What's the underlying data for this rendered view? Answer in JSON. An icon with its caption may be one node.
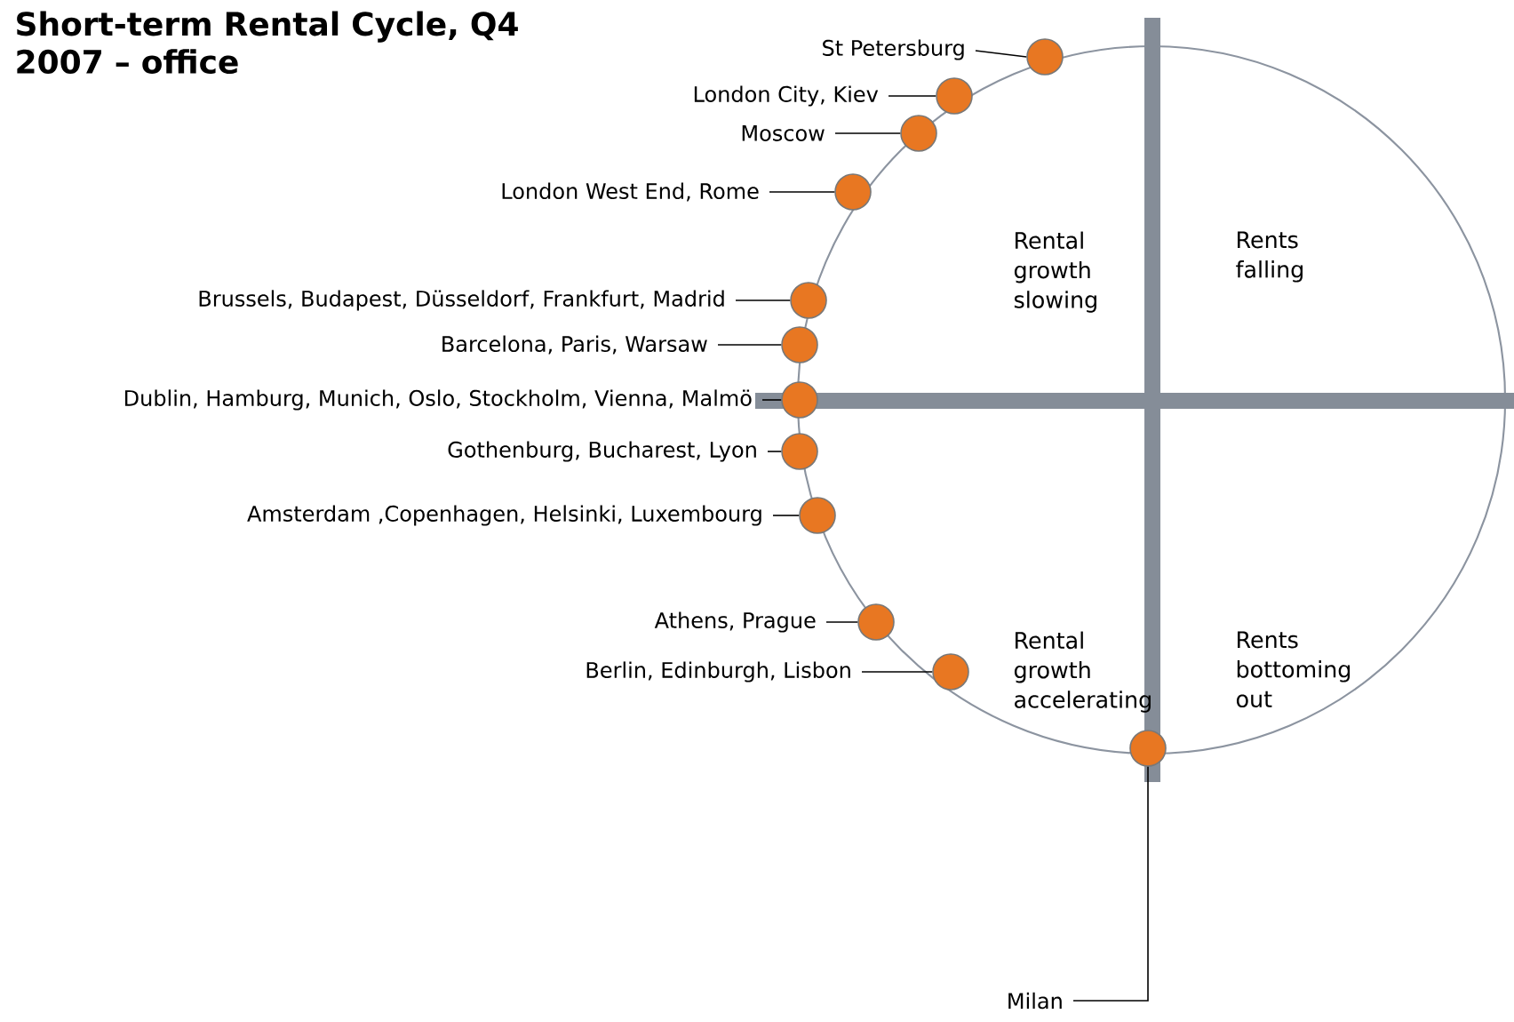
{
  "diagram": {
    "title": "Short-term Rental Cycle, Q4 2007 – office",
    "nodes": [
      {
        "text": [
          "St Petersburg"
        ]
      },
      {
        "text": [],
        "shape": "circle"
      },
      {
        "text": [
          "London City, Kiev"
        ]
      },
      {
        "text": [],
        "shape": "circle"
      },
      {
        "text": [
          "Moscow"
        ]
      },
      {
        "text": [],
        "shape": "circle"
      },
      {
        "text": [
          "London West End, Rome"
        ]
      },
      {
        "text": [],
        "shape": "circle"
      },
      {
        "text": [
          "Brussels, Budapest, Düsseldorf, Frankfurt, Madrid"
        ]
      },
      {
        "text": [],
        "shape": "circle"
      },
      {
        "text": [
          "Barcelona, Paris, Warsaw"
        ]
      },
      {
        "text": [],
        "shape": "circle"
      },
      {
        "text": [
          "Dublin, Hamburg, Munich, Oslo, Stockholm, Vienna, Malmö"
        ]
      },
      {
        "text": [],
        "shape": "circle"
      },
      {
        "text": [
          "Gothenburg, Bucharest, Lyon"
        ]
      },
      {
        "text": [],
        "shape": "circle"
      },
      {
        "text": [
          "Amsterdam ,Copenhagen, Helsinki, Luxembourg"
        ]
      },
      {
        "text": [],
        "shape": "circle"
      },
      {
        "text": [
          "Athens, Prague"
        ]
      },
      {
        "text": [],
        "shape": "circle"
      },
      {
        "text": [
          "Berlin, Edinburgh, Lisbon"
        ]
      },
      {
        "text": [],
        "shape": "circle"
      },
      {
        "text": [
          "Milan"
        ]
      },
      {
        "text": [],
        "shape": "circle"
      }
    ],
    "edges": [
      {
        "from": 0,
        "to": 1,
        "arrow": "none"
      },
      {
        "from": 2,
        "to": 3,
        "arrow": "none"
      },
      {
        "from": 4,
        "to": 5,
        "arrow": "none"
      },
      {
        "from": 6,
        "to": 7,
        "arrow": "none"
      },
      {
        "from": 8,
        "to": 9,
        "arrow": "none"
      },
      {
        "from": 10,
        "to": 11,
        "arrow": "none"
      },
      {
        "from": 12,
        "to": 13,
        "arrow": "none"
      },
      {
        "from": 14,
        "to": 15,
        "arrow": "none"
      },
      {
        "from": 16,
        "to": 17,
        "arrow": "none"
      },
      {
        "from": 18,
        "to": 19,
        "arrow": "none"
      },
      {
        "from": 20,
        "to": 21,
        "arrow": "none"
      },
      {
        "from": 22,
        "to": 23,
        "arrow": "none"
      }
    ],
    "labels": [
      "Rental growth slowing",
      "Rents falling",
      "Rental growth accelerating",
      "Rents bottoming out"
    ]
  }
}
